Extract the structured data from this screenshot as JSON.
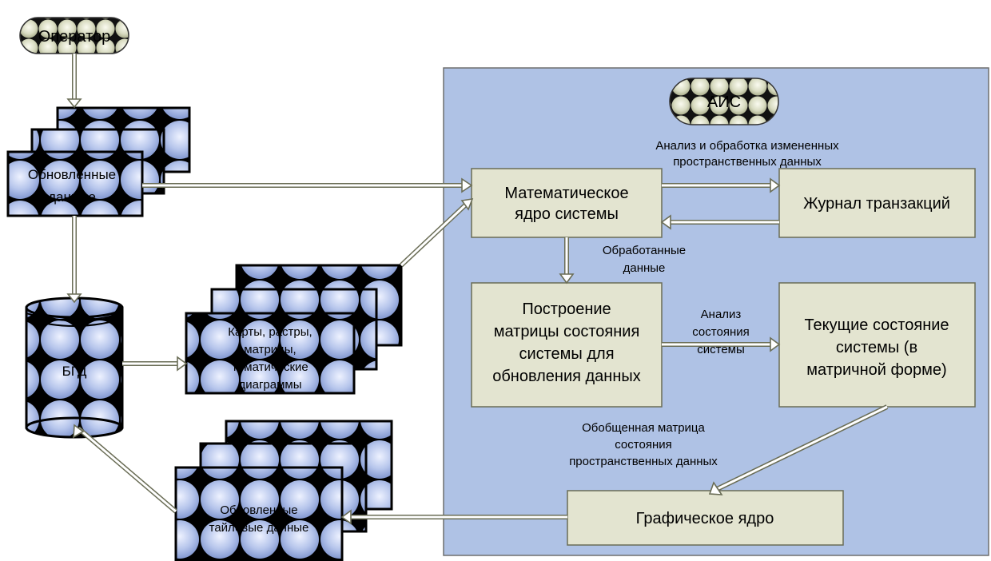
{
  "operator": "Оператор",
  "updated_data": [
    "Обновленные",
    "данные"
  ],
  "db": "БГД",
  "maps": [
    "Карты, растры,",
    "матрицы,",
    "тематические",
    "диаграммы"
  ],
  "tiles": [
    "Обновленные",
    "тайловые данные"
  ],
  "system": {
    "title": "АИС",
    "analysis_caption": [
      "Анализ и обработка измененных",
      "пространственных данных"
    ],
    "math_core": [
      "Математическое",
      "ядро системы"
    ],
    "journal": "Журнал транзакций",
    "processed": [
      "Обработанные",
      "данные"
    ],
    "matrix_build": [
      "Построение",
      "матрицы состояния",
      "системы для",
      "обновления данных"
    ],
    "state_analysis": [
      "Анализ",
      "состояния",
      "системы"
    ],
    "current_state": [
      "Текущие состояние",
      "системы (в",
      "матричной форме)"
    ],
    "generalized": [
      "Обобщенная матрица",
      "состояния",
      "пространственных данных"
    ],
    "graphics_core": "Графическое ядро"
  }
}
